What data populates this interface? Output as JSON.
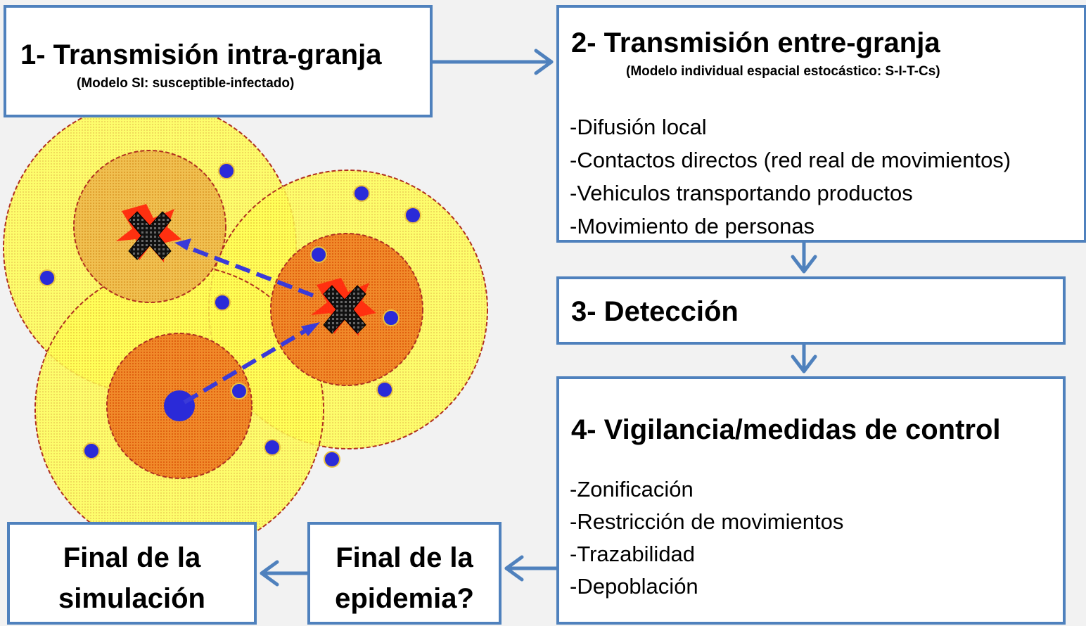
{
  "box1": {
    "title": "1- Transmisión intra-granja",
    "subtitle": "(Modelo SI: susceptible-infectado)"
  },
  "box2": {
    "title": "2- Transmisión entre-granja",
    "subtitle": "(Modelo individual espacial estocástico: S-I-T-Cs)",
    "items": [
      "-Difusión local",
      "-Contactos directos (red real de movimientos)",
      "-Vehiculos transportando productos",
      "-Movimiento de personas"
    ]
  },
  "box3": {
    "title": "3- Detección"
  },
  "box4": {
    "title": "4- Vigilancia/medidas de control",
    "items": [
      "-Zonificación",
      "-Restricción de movimientos",
      "-Trazabilidad",
      "-Depoblación"
    ]
  },
  "box5": {
    "line1": "Final de la",
    "line2": "epidemia?"
  },
  "box6": {
    "line1": "Final de la",
    "line2": "simulación"
  },
  "colors": {
    "box_border": "#4f81bd",
    "arrow": "#4f81bd",
    "zone_outer": "#ffff66",
    "zone_inner": "#f07a1e",
    "farm": "#2a2ad8",
    "infected": "#1a1a1a"
  },
  "icons": {
    "infected_farm": "cross-icon",
    "susceptible_farm": "dot-icon"
  }
}
